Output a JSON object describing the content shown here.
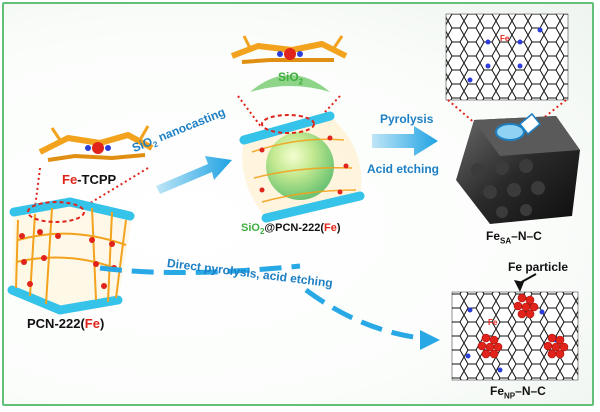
{
  "precursor": {
    "prefix": "Fe",
    "suffix": "-TCPP"
  },
  "mof": {
    "prefix": "PCN-222(",
    "metal": "Fe",
    "suffix": ")"
  },
  "template": {
    "base": "SiO",
    "sub": "2"
  },
  "composite": {
    "sio": "SiO",
    "sub": "2",
    "rest": "@PCN-222(",
    "metal": "Fe",
    "close": ")"
  },
  "step1": {
    "sio": "SiO",
    "sub": "2",
    "rest": " nanocasting"
  },
  "step2": {
    "line1": "Pyrolysis",
    "line2": "Acid etching"
  },
  "step3": {
    "part1": "Direct pyrolysis",
    "sep": ",",
    "part2": " acid etching"
  },
  "product1": {
    "base": "Fe",
    "sub": "SA",
    "rest": "–N–C"
  },
  "product2": {
    "base": "Fe",
    "sub": "NP",
    "rest": "–N–C"
  },
  "particle_label": "Fe particle",
  "atom_label": "Fe",
  "colors": {
    "frame": "#62c07b",
    "arrow": "#29a8e6",
    "label_blue": "#1d7fc4",
    "fe_red": "#e0241b",
    "sio2_green": "#3fae3f",
    "porphyrin": "#f2a21c",
    "mof_cyan": "#35c3ea",
    "carbon_dark": "#1b1b1b"
  }
}
